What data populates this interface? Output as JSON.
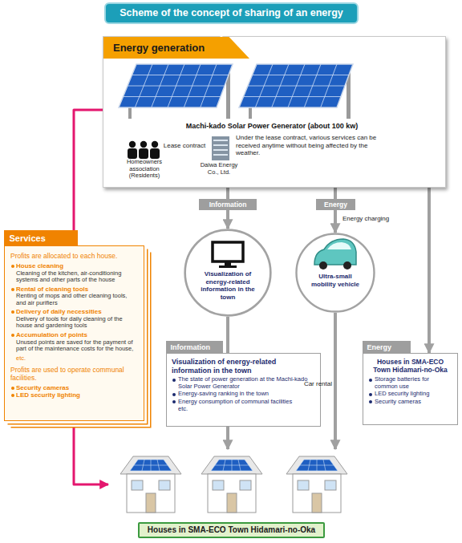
{
  "diagram": {
    "title": "Scheme of the concept of sharing of an energy system",
    "nodes": [
      {
        "text": [
          "Energy generation",
          "Machi-kado Solar Power Generator (about 100 kw)",
          "Under the lease contract, various services can be received anytime without being affected by the weather."
        ]
      },
      {
        "text": [
          "Homeowners association (Residents)"
        ],
        "in": 0
      },
      {
        "text": [
          "Daiwa Energy Co., Ltd."
        ],
        "in": 0
      },
      {
        "text": [
          "Services",
          "Profits are allocated to each house.",
          "House cleaning",
          "Cleaning of the kitchen, air-conditioning systems and other parts of the house",
          "Rental of cleaning tools",
          "Renting of mops and other cleaning tools, and air purifiers",
          "Delivery of daily necessities",
          "Delivery of tools for daily cleaning of the house and gardening tools",
          "Accumulation of points",
          "Unused points are saved for the payment of part of the maintenance costs for the house,",
          "etc.",
          "Profits are used to operate communal facilities.",
          "Security cameras",
          "LED security lighting"
        ]
      },
      {
        "text": [
          "Information"
        ]
      },
      {
        "text": [
          "Energy"
        ]
      },
      {
        "text": [
          "Visualization of energy-related information in the town"
        ]
      },
      {
        "text": [
          "Ultra-small mobility vehicle"
        ]
      },
      {
        "text": [
          "Information",
          "Visualization of energy-related information in the town",
          "The state of power generation at the Machi-kado Solar Power Generator",
          "Energy-saving ranking in the town",
          "Energy consumption of communal facilities",
          "etc."
        ]
      },
      {
        "text": [
          "Energy",
          "Houses in SMA-ECO Town Hidamari-no-Oka",
          "Storage batteries for common use",
          "LED security lighting",
          "Security cameras"
        ]
      },
      {
        "text": [
          "Houses in SMA-ECO Town Hidamari-no-Oka"
        ]
      }
    ],
    "edges": [
      {
        "from": 1,
        "to": 2,
        "label": "Lease contract",
        "arrow": "both"
      },
      {
        "from": 0,
        "to": 4,
        "arrow": "none"
      },
      {
        "from": 4,
        "to": 6,
        "arrow": "to"
      },
      {
        "from": 0,
        "to": 5,
        "arrow": "none"
      },
      {
        "from": 5,
        "to": 7,
        "label": "Energy charging",
        "arrow": "to"
      },
      {
        "from": 0,
        "to": 9,
        "arrow": "to"
      },
      {
        "from": 0,
        "to": 3,
        "arrow": "none"
      },
      {
        "from": 3,
        "to": 10,
        "arrow": "to"
      },
      {
        "from": 6,
        "to": 8,
        "arrow": "none"
      },
      {
        "from": 8,
        "to": 10,
        "arrow": "to"
      },
      {
        "from": 7,
        "to": 10,
        "label": "Car rental",
        "arrow": "to"
      }
    ]
  }
}
